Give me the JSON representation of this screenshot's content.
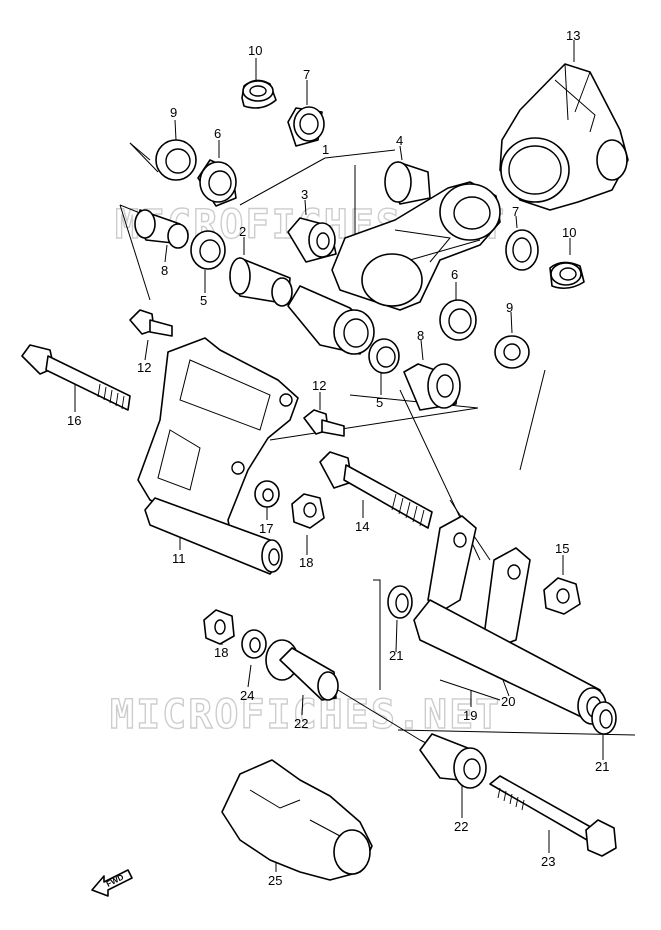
{
  "watermarks": [
    "MICROFICHES.NET",
    "MICROFICHES.NET"
  ],
  "fwd_label": "FWD",
  "callouts": {
    "p1": "1",
    "p2": "2",
    "p3": "3",
    "p4": "4",
    "p5a": "5",
    "p5b": "5",
    "p6a": "6",
    "p6b": "6",
    "p7a": "7",
    "p7b": "7",
    "p8a": "8",
    "p8b": "8",
    "p9a": "9",
    "p9b": "9",
    "p10a": "10",
    "p10b": "10",
    "p11": "11",
    "p12a": "12",
    "p12b": "12",
    "p13": "13",
    "p14": "14",
    "p15": "15",
    "p16": "16",
    "p17": "17",
    "p18a": "18",
    "p18b": "18",
    "p19": "19",
    "p20": "20",
    "p21a": "21",
    "p21b": "21",
    "p22a": "22",
    "p22b": "22",
    "p23": "23",
    "p24": "24",
    "p25": "25"
  }
}
